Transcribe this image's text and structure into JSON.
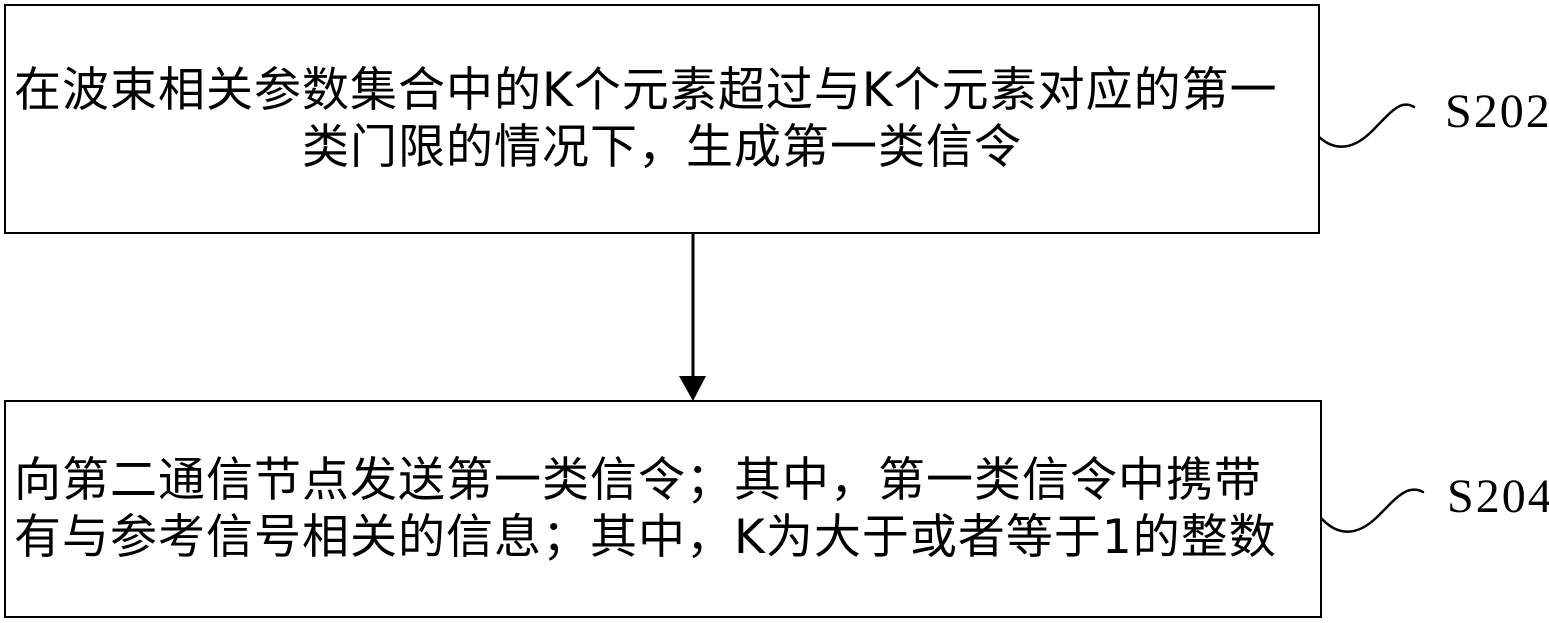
{
  "diagram": {
    "type": "flowchart",
    "colors": {
      "background": "#ffffff",
      "line": "#000000",
      "text": "#000000"
    },
    "steps": [
      {
        "label": "S202",
        "lines": [
          "在波束相关参数集合中的K个元素超过与K个元素对应的第一",
          "类门限的情况下，生成第一类信令"
        ]
      },
      {
        "label": "S204",
        "lines": [
          "向第二通信节点发送第一类信令；其中，第一类信令中携带",
          "有与参考信号相关的信息；其中，K为大于或者等于1的整数"
        ]
      }
    ],
    "connector": {
      "type": "arrow-down",
      "from": "S202",
      "to": "S204"
    }
  }
}
